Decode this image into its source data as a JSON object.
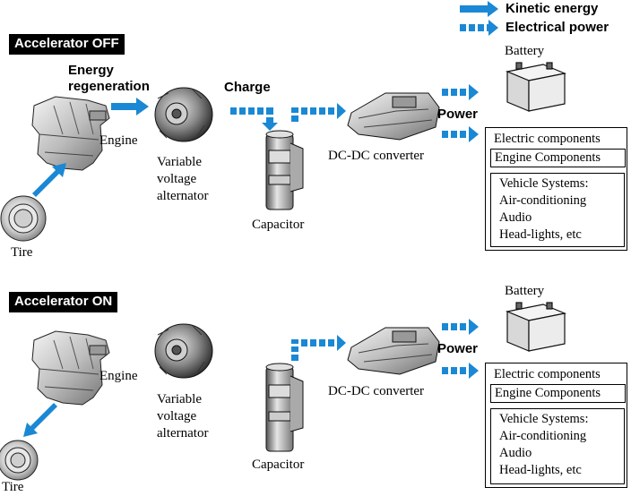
{
  "legend": {
    "kinetic": "Kinetic energy",
    "electrical": "Electrical power",
    "kinetic_color": "#1a88d4",
    "electrical_color": "#1a88d4"
  },
  "top": {
    "mode_tag": "Accelerator OFF",
    "energy_regen": [
      "Energy",
      "regeneration"
    ],
    "charge": "Charge",
    "power": "Power",
    "engine": "Engine",
    "tire": "Tire",
    "alternator": [
      "Variable",
      "voltage",
      "alternator"
    ],
    "capacitor": "Capacitor",
    "dcdc": "DC-DC converter",
    "battery": "Battery",
    "electric_components": "Electric components",
    "engine_components": "Engine Components",
    "vehicle_systems": [
      "Vehicle Systems:",
      "Air-conditioning",
      "Audio",
      "Head-lights, etc"
    ]
  },
  "bottom": {
    "mode_tag": "Accelerator ON",
    "power": "Power",
    "engine": "Engine",
    "tire": "Tire",
    "alternator": [
      "Variable",
      "voltage",
      "alternator"
    ],
    "capacitor": "Capacitor",
    "dcdc": "DC-DC converter",
    "battery": "Battery",
    "electric_components": "Electric components",
    "engine_components": "Engine Components",
    "vehicle_systems": [
      "Vehicle Systems:",
      "Air-conditioning",
      "Audio",
      "Head-lights, etc"
    ]
  }
}
